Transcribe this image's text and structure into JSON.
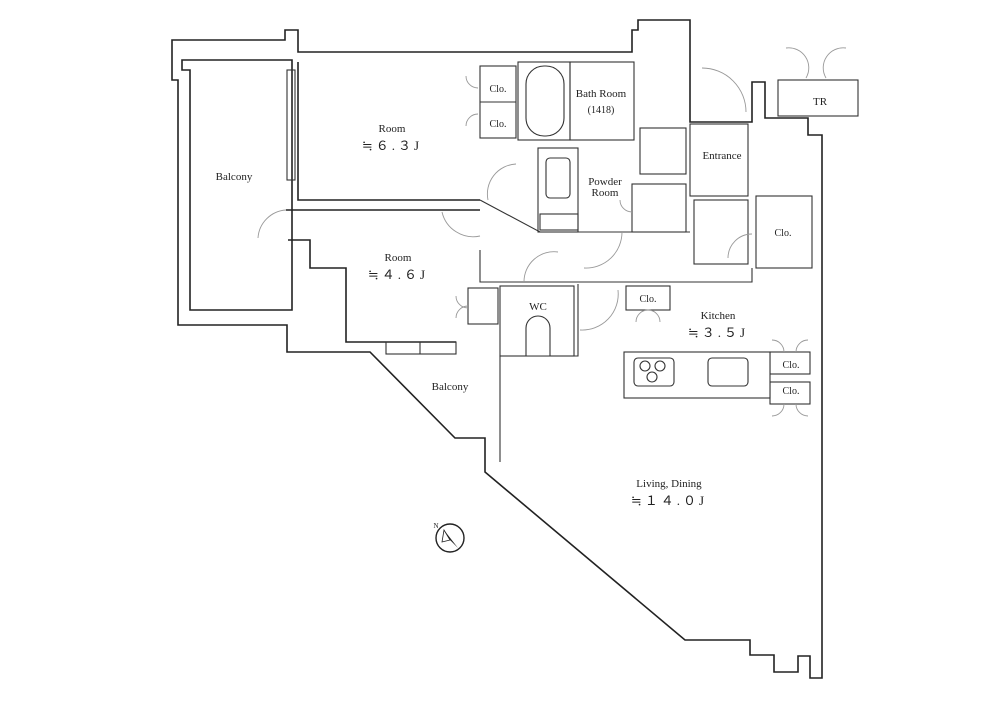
{
  "rooms": {
    "balcony_west": "Balcony",
    "room1": {
      "name": "Room",
      "size": "≒６.３J"
    },
    "room2": {
      "name": "Room",
      "size": "≒４.６J"
    },
    "bath": {
      "name": "Bath Room",
      "sub": "(1418)"
    },
    "powder": {
      "line1": "Powder",
      "line2": "Room"
    },
    "entrance": "Entrance",
    "tr": "TR",
    "wc": "WC",
    "kitchen": {
      "name": "Kitchen",
      "size": "≒３.５J"
    },
    "living": {
      "name": "Living, Dining",
      "size": "≒１４.０J"
    },
    "balcony_south": "Balcony"
  },
  "closets": {
    "c1": "Clo.",
    "c2": "Clo.",
    "c3": "Clo.",
    "c4": "Clo.",
    "c5": "Clo.",
    "c6": "Clo."
  },
  "compass": {
    "north": "N"
  }
}
